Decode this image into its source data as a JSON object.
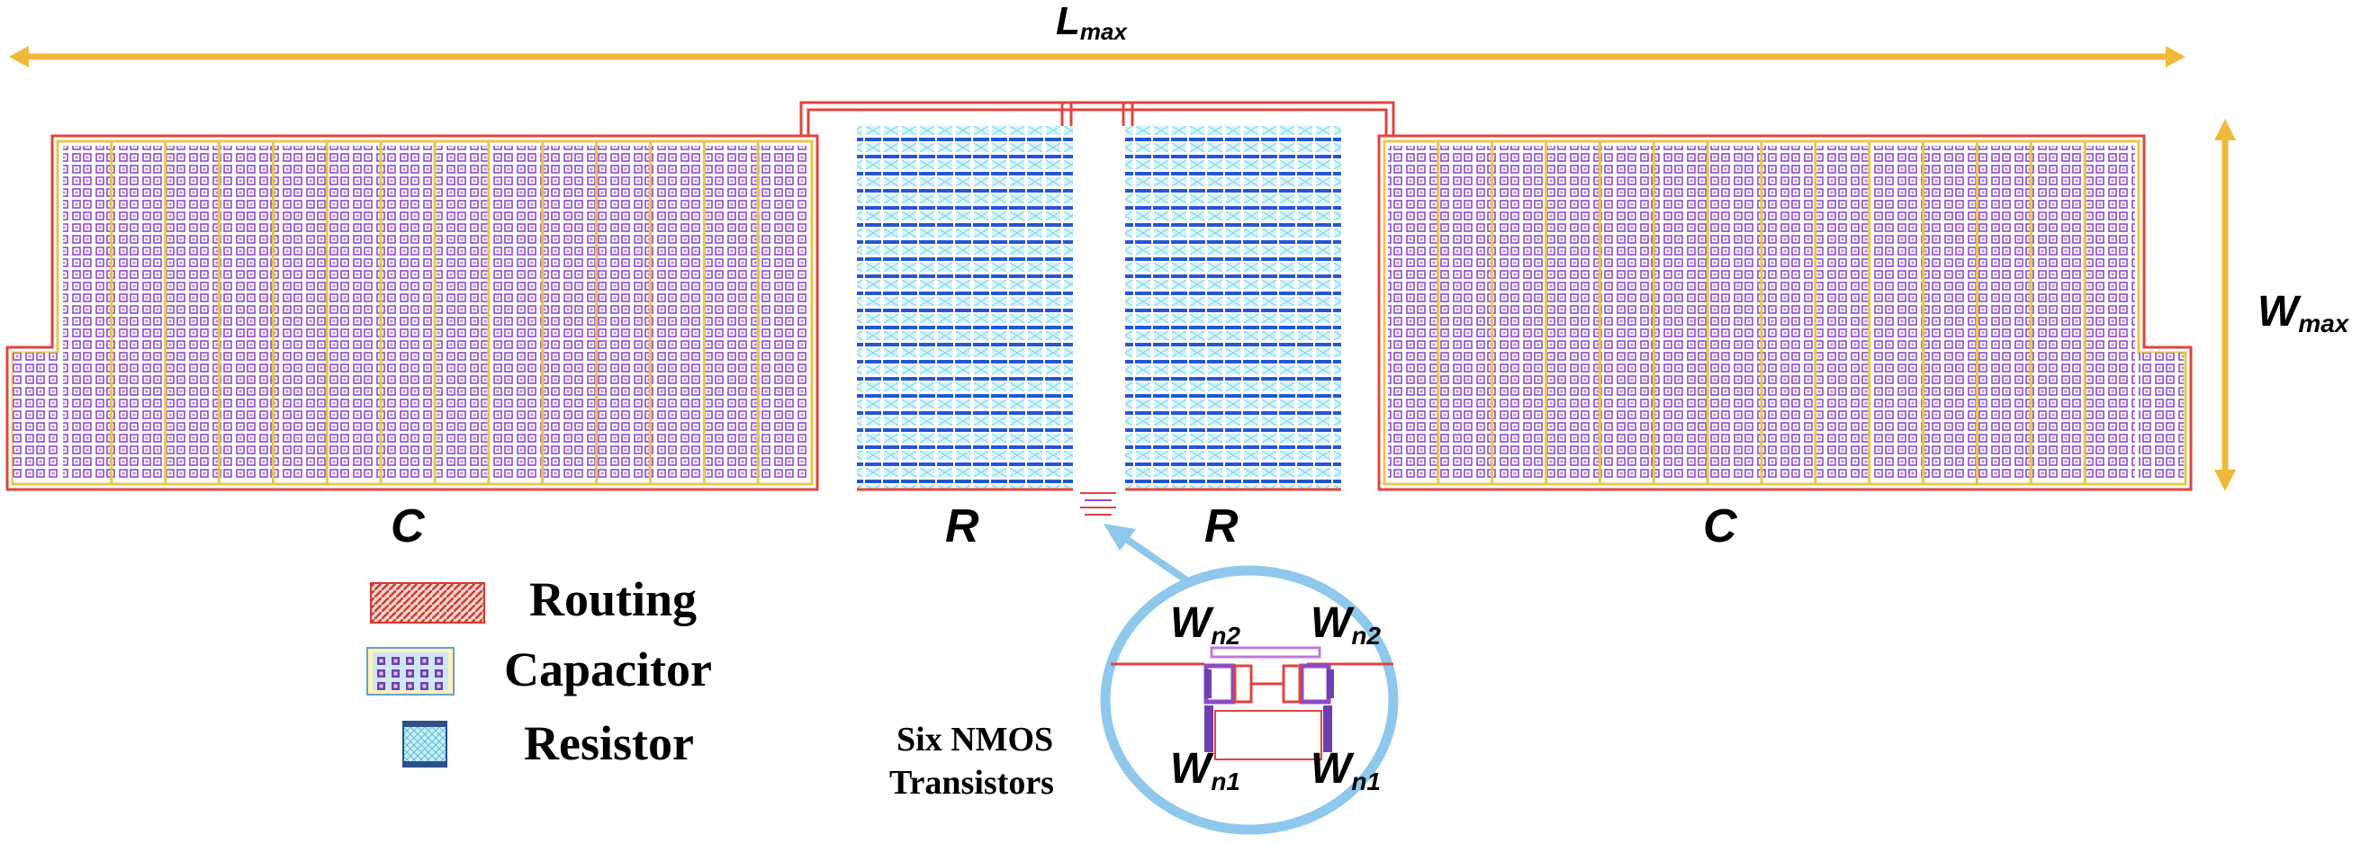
{
  "dimensions": {
    "length_label": {
      "main": "L",
      "sub": "max"
    },
    "width_label": {
      "main": "W",
      "sub": "max"
    }
  },
  "blocks": {
    "left_capacitor": "C",
    "left_resistor": "R",
    "right_resistor": "R",
    "right_capacitor": "C"
  },
  "legend": {
    "routing": "Routing",
    "capacitor": "Capacitor",
    "resistor": "Resistor"
  },
  "callout": {
    "caption_line1": "Six NMOS",
    "caption_line2": "Transistors",
    "top_left": {
      "main": "W",
      "sub": "n2"
    },
    "top_right": {
      "main": "W",
      "sub": "n2"
    },
    "bottom_left": {
      "main": "W",
      "sub": "n1"
    },
    "bottom_right": {
      "main": "W",
      "sub": "n1"
    }
  },
  "colors": {
    "dimension_arrow": "#f0b93a",
    "routing": "#e0443c",
    "capacitor_cell": "#8e49c8",
    "capacitor_border": "#e6c84a",
    "resistor_dark": "#2456d6",
    "resistor_light": "#6fd3e8",
    "callout_ring": "#8ec8ec"
  }
}
